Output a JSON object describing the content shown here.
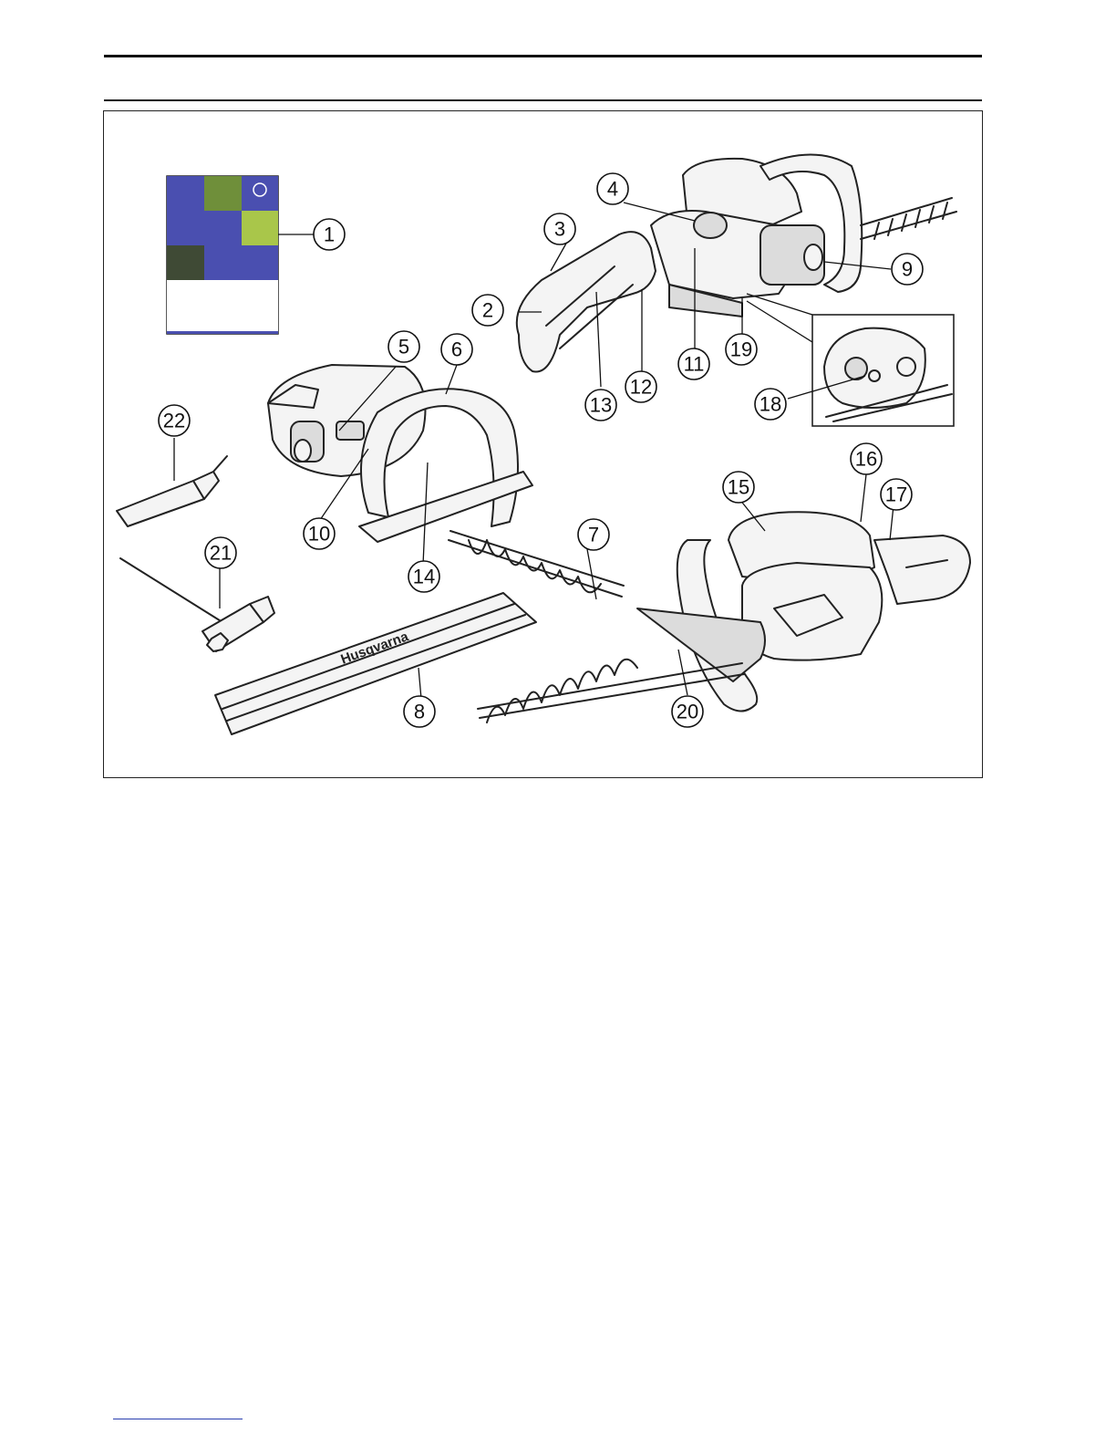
{
  "figure": {
    "brand_text": "Husqvarna",
    "callouts": [
      {
        "label": "1"
      },
      {
        "label": "2"
      },
      {
        "label": "3"
      },
      {
        "label": "4"
      },
      {
        "label": "5"
      },
      {
        "label": "6"
      },
      {
        "label": "7"
      },
      {
        "label": "8"
      },
      {
        "label": "9"
      },
      {
        "label": "10"
      },
      {
        "label": "11"
      },
      {
        "label": "12"
      },
      {
        "label": "13"
      },
      {
        "label": "14"
      },
      {
        "label": "15"
      },
      {
        "label": "16"
      },
      {
        "label": "17"
      },
      {
        "label": "18"
      },
      {
        "label": "19"
      },
      {
        "label": "20"
      },
      {
        "label": "21"
      },
      {
        "label": "22"
      }
    ],
    "manual_cover_colors": {
      "blue": "#4a4fb0",
      "photo_green": "#6f8f3a",
      "photo_bright": "#a9c64a",
      "photo_dark": "#3f4a35",
      "white": "#ffffff"
    }
  }
}
